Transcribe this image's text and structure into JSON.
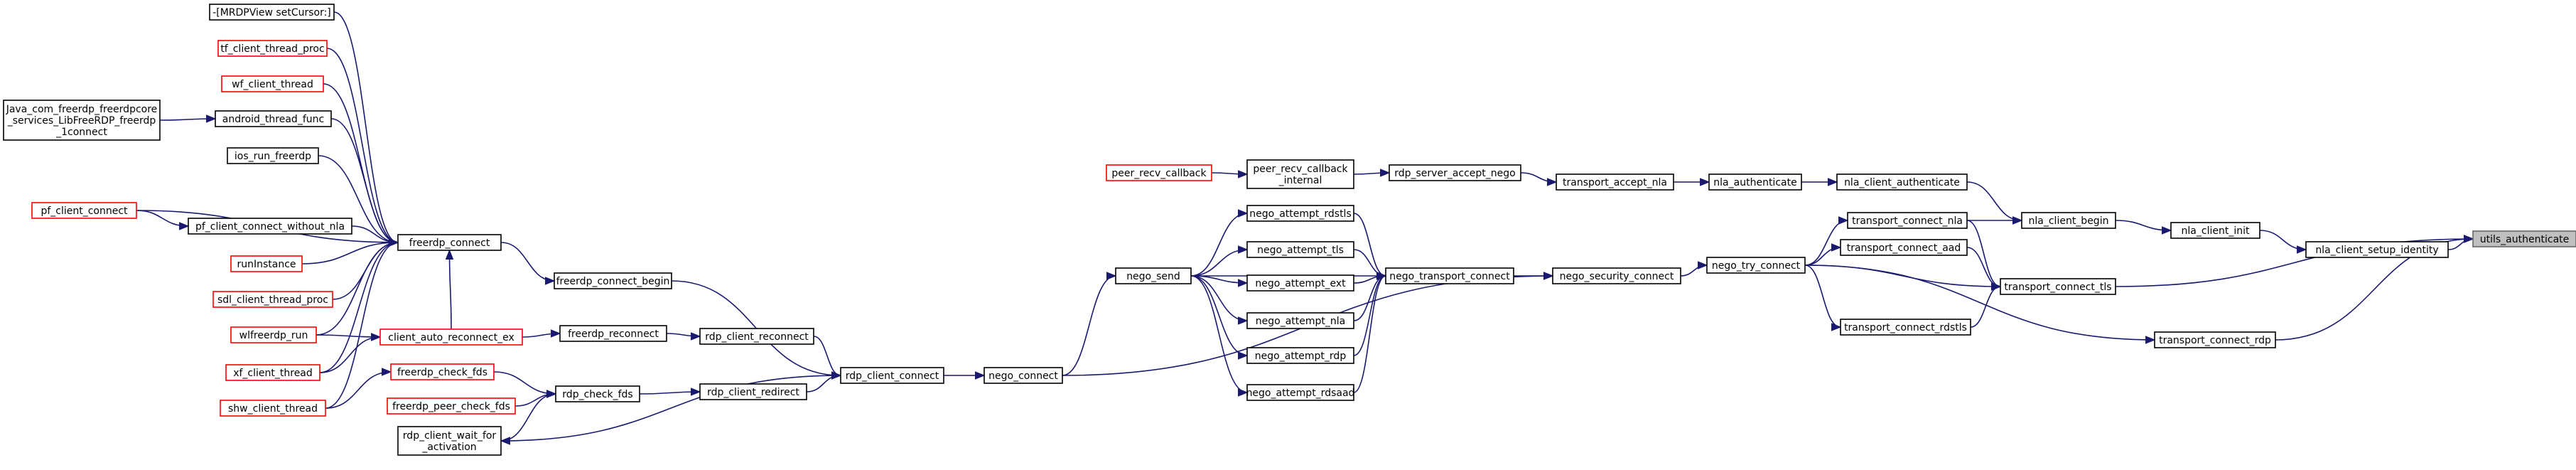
{
  "colors": {
    "edge": "#191970",
    "documented_border": "#000000",
    "undocumented_border": "#ff0000",
    "focus_fill": "#bfbfbf",
    "node_fill": "#ffffff"
  },
  "nodes": [
    {
      "id": "utils_authenticate",
      "lines": [
        "utils_authenticate"
      ],
      "style": "focus"
    },
    {
      "id": "nla_client_setup_identity",
      "lines": [
        "nla_client_setup_identity"
      ],
      "style": "normal"
    },
    {
      "id": "transport_connect_tls",
      "lines": [
        "transport_connect_tls"
      ],
      "style": "normal"
    },
    {
      "id": "transport_connect_rdp",
      "lines": [
        "transport_connect_rdp"
      ],
      "style": "normal"
    },
    {
      "id": "nla_client_init",
      "lines": [
        "nla_client_init"
      ],
      "style": "normal"
    },
    {
      "id": "nla_client_begin",
      "lines": [
        "nla_client_begin"
      ],
      "style": "normal"
    },
    {
      "id": "nla_client_authenticate",
      "lines": [
        "nla_client_authenticate"
      ],
      "style": "normal"
    },
    {
      "id": "transport_connect_nla",
      "lines": [
        "transport_connect_nla"
      ],
      "style": "normal"
    },
    {
      "id": "transport_connect_aad",
      "lines": [
        "transport_connect_aad"
      ],
      "style": "normal"
    },
    {
      "id": "transport_connect_rdstls",
      "lines": [
        "transport_connect_rdstls"
      ],
      "style": "normal"
    },
    {
      "id": "nla_authenticate",
      "lines": [
        "nla_authenticate"
      ],
      "style": "normal"
    },
    {
      "id": "transport_accept_nla",
      "lines": [
        "transport_accept_nla"
      ],
      "style": "normal"
    },
    {
      "id": "rdp_server_accept_nego",
      "lines": [
        "rdp_server_accept_nego"
      ],
      "style": "normal"
    },
    {
      "id": "peer_recv_callback_internal",
      "lines": [
        "peer_recv_callback",
        "_internal"
      ],
      "style": "normal"
    },
    {
      "id": "peer_recv_callback",
      "lines": [
        "peer_recv_callback"
      ],
      "style": "red"
    },
    {
      "id": "nego_try_connect",
      "lines": [
        "nego_try_connect"
      ],
      "style": "normal"
    },
    {
      "id": "nego_security_connect",
      "lines": [
        "nego_security_connect"
      ],
      "style": "normal"
    },
    {
      "id": "nego_transport_connect",
      "lines": [
        "nego_transport_connect"
      ],
      "style": "normal"
    },
    {
      "id": "nego_attempt_rdstls",
      "lines": [
        "nego_attempt_rdstls"
      ],
      "style": "normal"
    },
    {
      "id": "nego_attempt_tls",
      "lines": [
        "nego_attempt_tls"
      ],
      "style": "normal"
    },
    {
      "id": "nego_attempt_ext",
      "lines": [
        "nego_attempt_ext"
      ],
      "style": "normal"
    },
    {
      "id": "nego_attempt_nla",
      "lines": [
        "nego_attempt_nla"
      ],
      "style": "normal"
    },
    {
      "id": "nego_attempt_rdp",
      "lines": [
        "nego_attempt_rdp"
      ],
      "style": "normal"
    },
    {
      "id": "nego_attempt_rdsaad",
      "lines": [
        "nego_attempt_rdsaad"
      ],
      "style": "normal"
    },
    {
      "id": "nego_send",
      "lines": [
        "nego_send"
      ],
      "style": "normal"
    },
    {
      "id": "nego_connect",
      "lines": [
        "nego_connect"
      ],
      "style": "normal"
    },
    {
      "id": "rdp_client_connect",
      "lines": [
        "rdp_client_connect"
      ],
      "style": "normal"
    },
    {
      "id": "freerdp_connect_begin",
      "lines": [
        "freerdp_connect_begin"
      ],
      "style": "normal"
    },
    {
      "id": "rdp_client_reconnect",
      "lines": [
        "rdp_client_reconnect"
      ],
      "style": "normal"
    },
    {
      "id": "rdp_client_redirect",
      "lines": [
        "rdp_client_redirect"
      ],
      "style": "normal"
    },
    {
      "id": "freerdp_connect",
      "lines": [
        "freerdp_connect"
      ],
      "style": "normal"
    },
    {
      "id": "freerdp_reconnect",
      "lines": [
        "freerdp_reconnect"
      ],
      "style": "normal"
    },
    {
      "id": "rdp_check_fds",
      "lines": [
        "rdp_check_fds"
      ],
      "style": "normal"
    },
    {
      "id": "rdp_client_wait_for_activation",
      "lines": [
        "rdp_client_wait_for",
        "_activation"
      ],
      "style": "normal"
    },
    {
      "id": "mrdpview_setcursor",
      "lines": [
        "-[MRDPView setCursor:]"
      ],
      "style": "normal"
    },
    {
      "id": "tf_client_thread_proc",
      "lines": [
        "tf_client_thread_proc"
      ],
      "style": "red"
    },
    {
      "id": "wf_client_thread",
      "lines": [
        "wf_client_thread"
      ],
      "style": "red"
    },
    {
      "id": "android_thread_func",
      "lines": [
        "android_thread_func"
      ],
      "style": "normal"
    },
    {
      "id": "java_tconnect",
      "lines": [
        "Java_com_freerdp_freerdpcore",
        "_services_LibFreeRDP_freerdp",
        "_1connect"
      ],
      "style": "normal"
    },
    {
      "id": "ios_run_freerdp",
      "lines": [
        "ios_run_freerdp"
      ],
      "style": "normal"
    },
    {
      "id": "pf_client_connect",
      "lines": [
        "pf_client_connect"
      ],
      "style": "red"
    },
    {
      "id": "pf_client_connect_without_nla",
      "lines": [
        "pf_client_connect_without_nla"
      ],
      "style": "normal"
    },
    {
      "id": "runinstance",
      "lines": [
        "runInstance"
      ],
      "style": "red"
    },
    {
      "id": "sdl_client_thread_proc",
      "lines": [
        "sdl_client_thread_proc"
      ],
      "style": "red"
    },
    {
      "id": "wlfreerdp_run",
      "lines": [
        "wlfreerdp_run"
      ],
      "style": "red"
    },
    {
      "id": "client_auto_reconnect_ex",
      "lines": [
        "client_auto_reconnect_ex"
      ],
      "style": "red"
    },
    {
      "id": "xf_client_thread",
      "lines": [
        "xf_client_thread"
      ],
      "style": "red"
    },
    {
      "id": "shw_client_thread",
      "lines": [
        "shw_client_thread"
      ],
      "style": "red"
    },
    {
      "id": "freerdp_check_fds",
      "lines": [
        "freerdp_check_fds"
      ],
      "style": "red"
    },
    {
      "id": "freerdp_peer_check_fds",
      "lines": [
        "freerdp_peer_check_fds"
      ],
      "style": "red"
    }
  ],
  "edges": [
    [
      "nla_client_setup_identity",
      "utils_authenticate"
    ],
    [
      "transport_connect_tls",
      "utils_authenticate"
    ],
    [
      "transport_connect_rdp",
      "utils_authenticate"
    ],
    [
      "nla_client_init",
      "nla_client_setup_identity"
    ],
    [
      "nla_client_begin",
      "nla_client_init"
    ],
    [
      "nla_client_authenticate",
      "nla_client_begin"
    ],
    [
      "transport_connect_nla",
      "nla_client_begin"
    ],
    [
      "nla_authenticate",
      "nla_client_authenticate"
    ],
    [
      "transport_accept_nla",
      "nla_authenticate"
    ],
    [
      "rdp_server_accept_nego",
      "transport_accept_nla"
    ],
    [
      "peer_recv_callback_internal",
      "rdp_server_accept_nego"
    ],
    [
      "peer_recv_callback",
      "peer_recv_callback_internal"
    ],
    [
      "transport_connect_nla",
      "transport_connect_tls"
    ],
    [
      "transport_connect_aad",
      "transport_connect_tls"
    ],
    [
      "transport_connect_rdstls",
      "transport_connect_tls"
    ],
    [
      "nego_try_connect",
      "transport_connect_nla"
    ],
    [
      "nego_try_connect",
      "transport_connect_tls"
    ],
    [
      "nego_try_connect",
      "transport_connect_aad"
    ],
    [
      "nego_try_connect",
      "transport_connect_rdstls"
    ],
    [
      "nego_try_connect",
      "transport_connect_rdp"
    ],
    [
      "nego_security_connect",
      "nego_try_connect"
    ],
    [
      "nego_transport_connect",
      "nego_security_connect"
    ],
    [
      "nego_connect",
      "nego_security_connect"
    ],
    [
      "nego_attempt_rdstls",
      "nego_transport_connect"
    ],
    [
      "nego_attempt_tls",
      "nego_transport_connect"
    ],
    [
      "nego_attempt_ext",
      "nego_transport_connect"
    ],
    [
      "nego_attempt_nla",
      "nego_transport_connect"
    ],
    [
      "nego_attempt_rdp",
      "nego_transport_connect"
    ],
    [
      "nego_attempt_rdsaad",
      "nego_transport_connect"
    ],
    [
      "nego_send",
      "nego_transport_connect"
    ],
    [
      "nego_send",
      "nego_attempt_rdstls"
    ],
    [
      "nego_send",
      "nego_attempt_tls"
    ],
    [
      "nego_send",
      "nego_attempt_ext"
    ],
    [
      "nego_send",
      "nego_attempt_nla"
    ],
    [
      "nego_send",
      "nego_attempt_rdp"
    ],
    [
      "nego_send",
      "nego_attempt_rdsaad"
    ],
    [
      "nego_connect",
      "nego_send"
    ],
    [
      "rdp_client_connect",
      "nego_connect"
    ],
    [
      "freerdp_connect_begin",
      "rdp_client_connect"
    ],
    [
      "rdp_client_reconnect",
      "rdp_client_connect"
    ],
    [
      "rdp_client_redirect",
      "rdp_client_connect"
    ],
    [
      "freerdp_connect",
      "freerdp_connect_begin"
    ],
    [
      "freerdp_reconnect",
      "rdp_client_reconnect"
    ],
    [
      "rdp_check_fds",
      "rdp_client_redirect"
    ],
    [
      "rdp_client_connect",
      "rdp_client_wait_for_activation"
    ],
    [
      "rdp_client_wait_for_activation",
      "rdp_check_fds"
    ],
    [
      "freerdp_check_fds",
      "rdp_check_fds"
    ],
    [
      "freerdp_peer_check_fds",
      "rdp_check_fds"
    ],
    [
      "client_auto_reconnect_ex",
      "freerdp_reconnect"
    ],
    [
      "mrdpview_setcursor",
      "freerdp_connect"
    ],
    [
      "tf_client_thread_proc",
      "freerdp_connect"
    ],
    [
      "wf_client_thread",
      "freerdp_connect"
    ],
    [
      "android_thread_func",
      "freerdp_connect"
    ],
    [
      "java_tconnect",
      "android_thread_func"
    ],
    [
      "ios_run_freerdp",
      "freerdp_connect"
    ],
    [
      "pf_client_connect",
      "freerdp_connect"
    ],
    [
      "pf_client_connect",
      "pf_client_connect_without_nla"
    ],
    [
      "pf_client_connect_without_nla",
      "freerdp_connect"
    ],
    [
      "runinstance",
      "freerdp_connect"
    ],
    [
      "sdl_client_thread_proc",
      "freerdp_connect"
    ],
    [
      "wlfreerdp_run",
      "freerdp_connect"
    ],
    [
      "wlfreerdp_run",
      "client_auto_reconnect_ex"
    ],
    [
      "client_auto_reconnect_ex",
      "freerdp_connect"
    ],
    [
      "xf_client_thread",
      "freerdp_connect"
    ],
    [
      "xf_client_thread",
      "client_auto_reconnect_ex"
    ],
    [
      "shw_client_thread",
      "freerdp_connect"
    ],
    [
      "shw_client_thread",
      "freerdp_check_fds"
    ]
  ]
}
